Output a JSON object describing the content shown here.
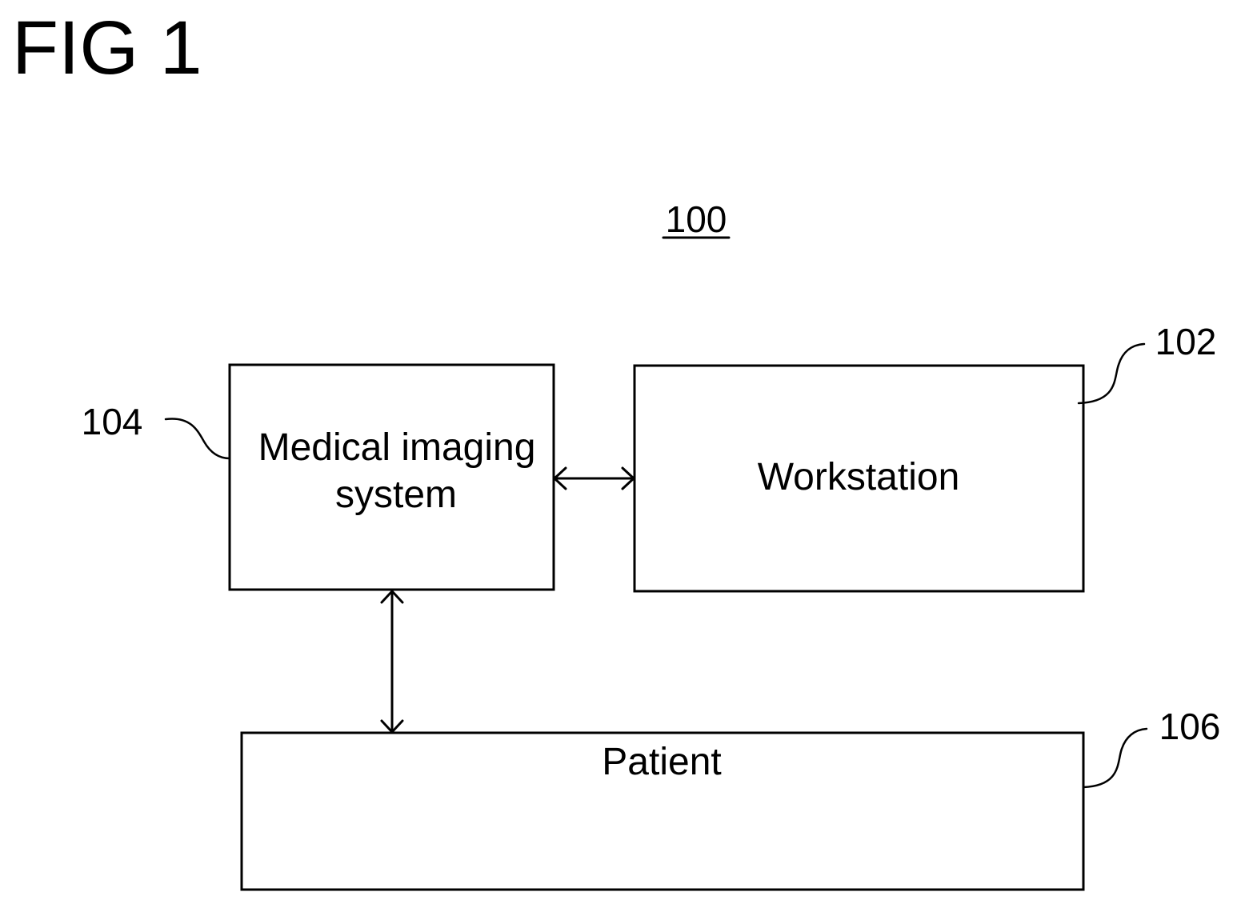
{
  "figure": {
    "title": "FIG 1",
    "reference": "100"
  },
  "blocks": {
    "medical_imaging_system": {
      "label_lines": [
        "Medical imaging",
        "system"
      ],
      "numeral": "104"
    },
    "workstation": {
      "label": "Workstation",
      "numeral": "102"
    },
    "patient": {
      "label": "Patient",
      "numeral": "106"
    }
  },
  "colors": {
    "line": "#000000",
    "background": "#ffffff"
  }
}
